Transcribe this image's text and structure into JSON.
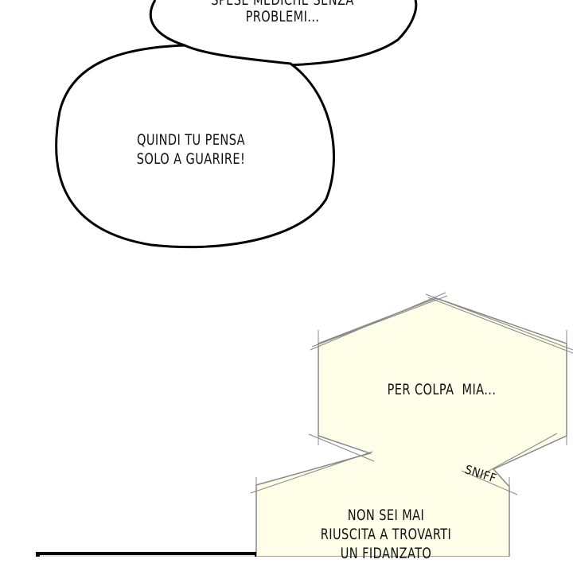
{
  "bubbles": {
    "top_line1": "SPESE MEDICHE SENZA",
    "top_line2": "PROBLEMI...",
    "middle_line1": "QUINDI TU PENSA",
    "middle_line2": "SOLO A GUARIRE!",
    "hex_text": "PER COLPA  MIA...",
    "sfx": "SNIFF",
    "box_line1": "NON SEI MAI",
    "box_line2": "RIUSCITA A TROVARTI",
    "box_line3": "UN FIDANZATO"
  },
  "colors": {
    "caption_fill": "#fdfde8",
    "outline": "#111111"
  }
}
